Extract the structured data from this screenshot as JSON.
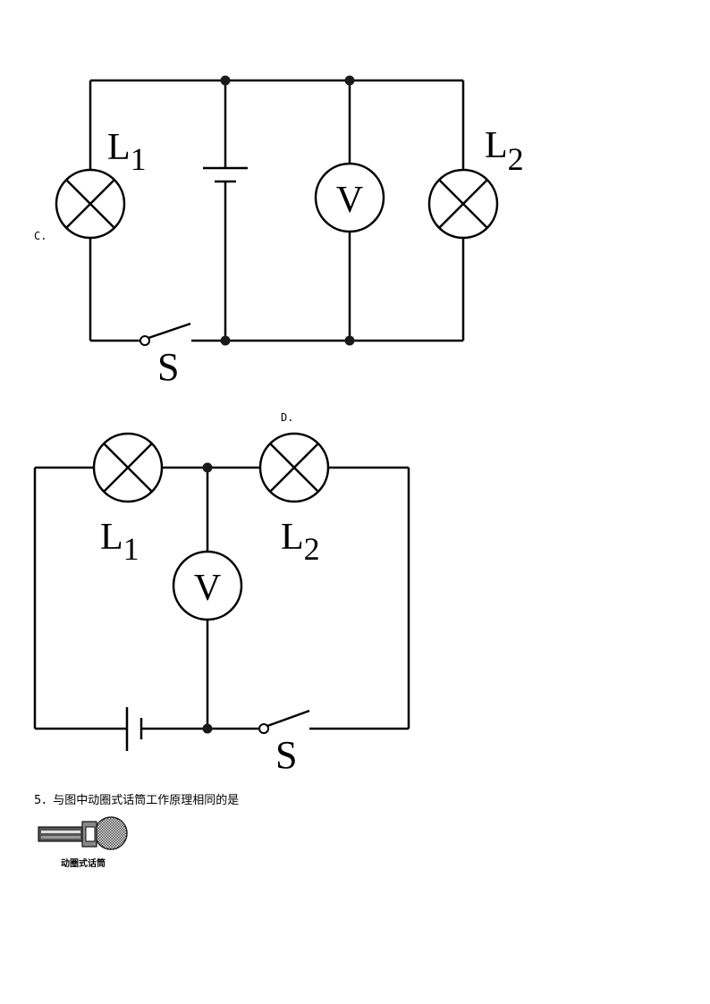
{
  "options": [
    {
      "label": "C.",
      "components": {
        "lamp1": {
          "name": "L",
          "sub": "1"
        },
        "lamp2": {
          "name": "L",
          "sub": "2"
        },
        "voltmeter": "V",
        "switch": "S"
      }
    },
    {
      "label": "D.",
      "components": {
        "lamp1": {
          "name": "L",
          "sub": "1"
        },
        "lamp2": {
          "name": "L",
          "sub": "2"
        },
        "voltmeter": "V",
        "switch": "S"
      }
    }
  ],
  "question": {
    "text": "5．与图中动圈式话筒工作原理相同的是",
    "figure_caption": "动圈式话筒"
  }
}
